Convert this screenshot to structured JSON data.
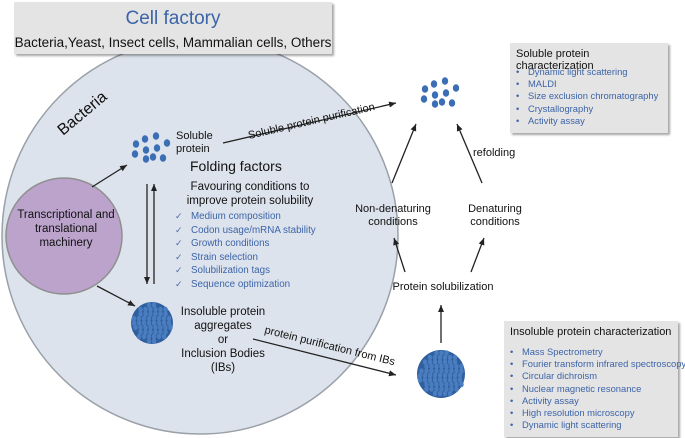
{
  "cell_factory": {
    "title": "Cell factory",
    "subtitle": "Bacteria,Yeast, Insect cells, Mammalian cells, Others"
  },
  "bacteria_label": "Bacteria",
  "machinery_label": "Transcriptional and translational machinery",
  "soluble_protein_label_1": "Soluble",
  "soluble_protein_label_2": "protein",
  "insoluble_label": [
    "Insoluble protein",
    "aggregates",
    "or",
    "Inclusion Bodies",
    "(IBs)"
  ],
  "folding": {
    "title": "Folding factors",
    "subtitle": "Favouring conditions to improve protein solubility",
    "check_glyph": "✓",
    "items": [
      "Medium composition",
      "Codon usage/mRNA stability",
      "Growth conditions",
      "Strain selection",
      "Solubilization tags",
      "Sequence optimization"
    ]
  },
  "arrows": {
    "soluble_purification": "Soluble protein purification",
    "ib_purification": "protein purification from IBs",
    "refolding": "refolding"
  },
  "conditions": {
    "non_denaturing": [
      "Non-denaturing",
      "conditions"
    ],
    "denaturing": [
      "Denaturing",
      "conditions"
    ],
    "solubilization": "Protein solubilization"
  },
  "soluble_characterization": {
    "title": "Soluble protein characterization",
    "items": [
      "Dynamic light scattering",
      "MALDI",
      "Size exclusion chromatography",
      "Crystallography",
      "Activity assay"
    ]
  },
  "insoluble_characterization": {
    "title": "Insoluble protein characterization",
    "items": [
      "Mass Spectrometry",
      "Fourier transform infrared spectroscopy",
      "Circular dichroism",
      "Nuclear magnetic resonance",
      "Activity assay",
      "High resolution microscopy",
      "Dynamic light scattering"
    ]
  },
  "colors": {
    "accent_text": "#3c64a8",
    "bacteria_fill": "#dde3ec",
    "machinery_fill": "#bba3cb",
    "protein_dot": "#3b6eb4",
    "box_fill": "#e4e4e4"
  }
}
